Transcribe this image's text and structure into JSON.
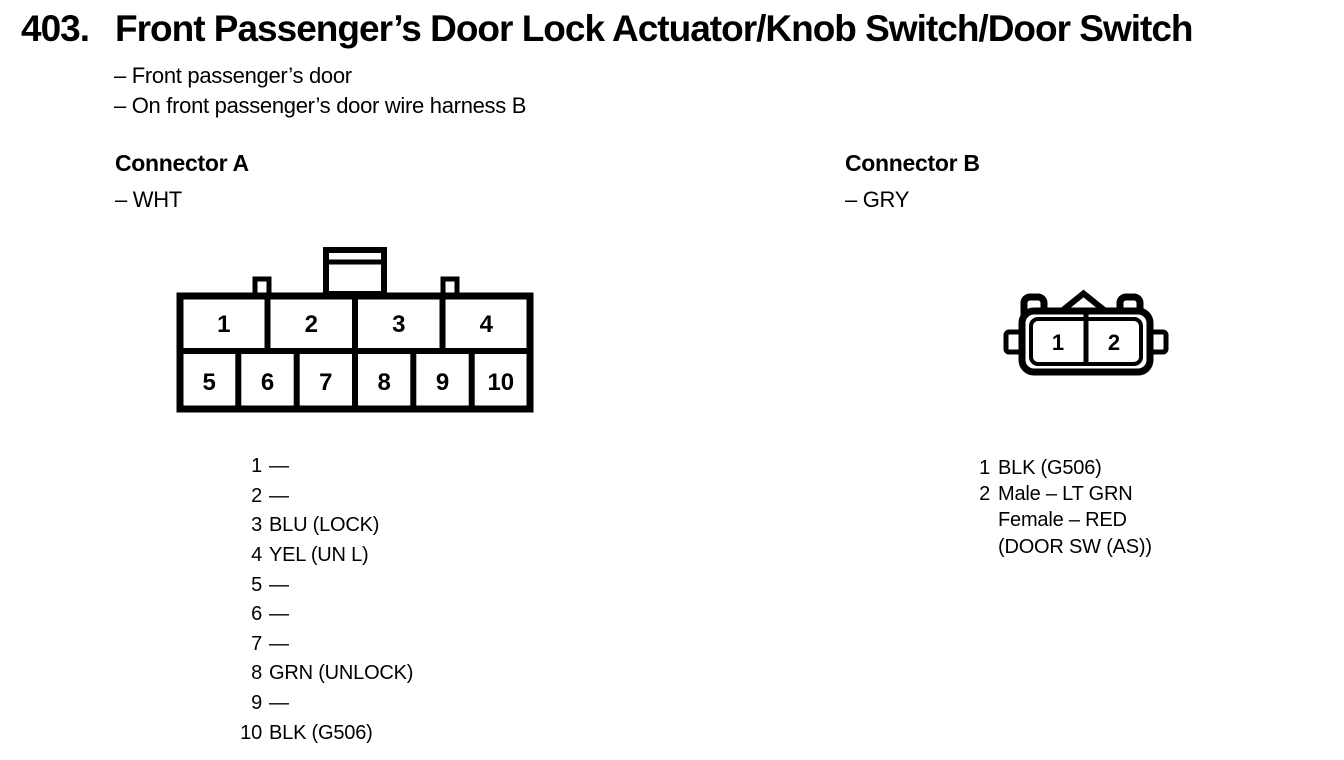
{
  "page": {
    "index_number": "403.",
    "title": "Front Passenger’s Door Lock Actuator/Knob Switch/Door Switch",
    "location_notes": [
      "– Front passenger’s door",
      "– On front passenger’s door wire harness B"
    ]
  },
  "connector_a": {
    "heading": "Connector A",
    "color_note": "– WHT",
    "cavity_numbers": [
      "1",
      "2",
      "3",
      "4",
      "5",
      "6",
      "7",
      "8",
      "9",
      "10"
    ],
    "pin_rows": [
      {
        "num": "1",
        "label": "—"
      },
      {
        "num": "2",
        "label": "—"
      },
      {
        "num": "3",
        "label": "BLU (LOCK)"
      },
      {
        "num": "4",
        "label": "YEL (UN L)"
      },
      {
        "num": "5",
        "label": "—"
      },
      {
        "num": "6",
        "label": "—"
      },
      {
        "num": "7",
        "label": "—"
      },
      {
        "num": "8",
        "label": "GRN (UNLOCK)"
      },
      {
        "num": "9",
        "label": "—"
      },
      {
        "num": "10",
        "label": "BLK (G506)"
      }
    ]
  },
  "connector_b": {
    "heading": "Connector B",
    "color_note": "– GRY",
    "cavity_numbers": [
      "1",
      "2"
    ],
    "pin_rows": [
      {
        "num": "1",
        "label": "BLK (G506)"
      },
      {
        "num": "2",
        "label": "Male – LT GRN"
      },
      {
        "num": "",
        "label": "Female – RED"
      },
      {
        "num": "",
        "label": "(DOOR SW (AS))"
      }
    ]
  },
  "colors": {
    "ink": "#000000",
    "paper": "#ffffff"
  }
}
